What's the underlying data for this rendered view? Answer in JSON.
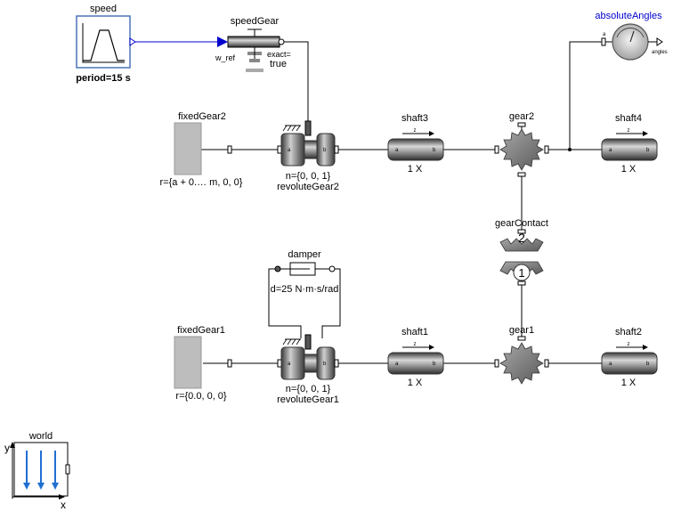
{
  "blocks": {
    "speed": {
      "name": "speed",
      "param": "period=15 s"
    },
    "speedGear": {
      "name": "speedGear",
      "input": "w_ref",
      "exact_label": "exact=",
      "exact_value": "true"
    },
    "absoluteAngles": {
      "name": "absoluteAngles",
      "port_a": "a",
      "port_angles": "angles"
    },
    "fixedGear2": {
      "name": "fixedGear2",
      "param": "r={a + 0.… m, 0, 0}"
    },
    "revoluteGear2": {
      "name": "revoluteGear2",
      "param": "n={0, 0, 1}",
      "a": "a",
      "b": "b"
    },
    "shaft3": {
      "name": "shaft3",
      "axis": "z",
      "a": "a",
      "b": "b",
      "scale": "1 X"
    },
    "gear2": {
      "name": "gear2"
    },
    "shaft4": {
      "name": "shaft4",
      "axis": "z",
      "a": "a",
      "b": "b",
      "scale": "1 X"
    },
    "gearContact": {
      "name": "gearContact",
      "top": "2",
      "bottom": "1"
    },
    "damper": {
      "name": "damper",
      "param": "d=25 N·m·s/rad"
    },
    "fixedGear1": {
      "name": "fixedGear1",
      "param": "r={0.0, 0, 0}"
    },
    "revoluteGear1": {
      "name": "revoluteGear1",
      "param": "n={0, 0, 1}",
      "a": "a",
      "b": "b"
    },
    "shaft1": {
      "name": "shaft1",
      "axis": "z",
      "a": "a",
      "b": "b",
      "scale": "1 X"
    },
    "gear1": {
      "name": "gear1"
    },
    "shaft2": {
      "name": "shaft2",
      "axis": "z",
      "a": "a",
      "b": "b",
      "scale": "1 X"
    },
    "world": {
      "name": "world",
      "y": "y",
      "x": "x"
    }
  },
  "colors": {
    "signal": "#0000cc",
    "mech": "#000000",
    "gray_body": "#bdbdbd",
    "gear_fill": "#808080",
    "world_arrow": "#1f6fd1"
  }
}
